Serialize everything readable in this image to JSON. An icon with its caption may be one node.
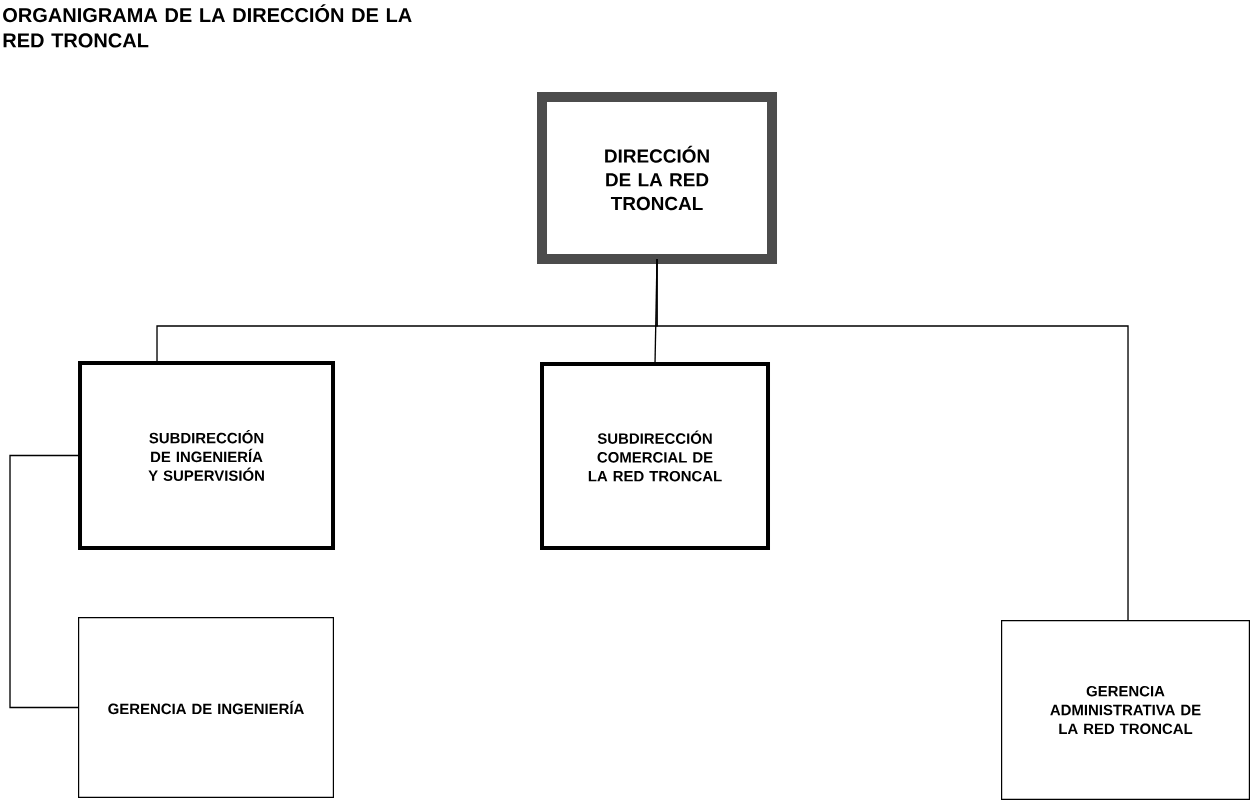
{
  "diagram": {
    "title": "ORGANIGRAMA DE LA DIRECCIÓN DE LA RED TRONCAL",
    "nodes": [
      {
        "text": [
          "DIRECCIÓN DE LA RED TRONCAL"
        ]
      },
      {
        "text": [
          "SUBDIRECCIÓN DE INGENIERÍA Y SUPERVISIÓN"
        ]
      },
      {
        "text": [
          "SUBDIRECCIÓN COMERCIAL DE LA RED TRONCAL"
        ]
      },
      {
        "text": [
          "GERENCIA DE INGENIERÍA"
        ]
      },
      {
        "text": [
          "GERENCIA ADMINISTRATIVA DE LA RED TRONCAL"
        ]
      }
    ],
    "edges": [
      {
        "from": 0,
        "to": 1,
        "arrow": "none"
      },
      {
        "from": 0,
        "to": 2,
        "arrow": "none"
      },
      {
        "from": 0,
        "to": 4,
        "arrow": "none"
      },
      {
        "from": 1,
        "to": 3,
        "arrow": "none"
      }
    ]
  }
}
